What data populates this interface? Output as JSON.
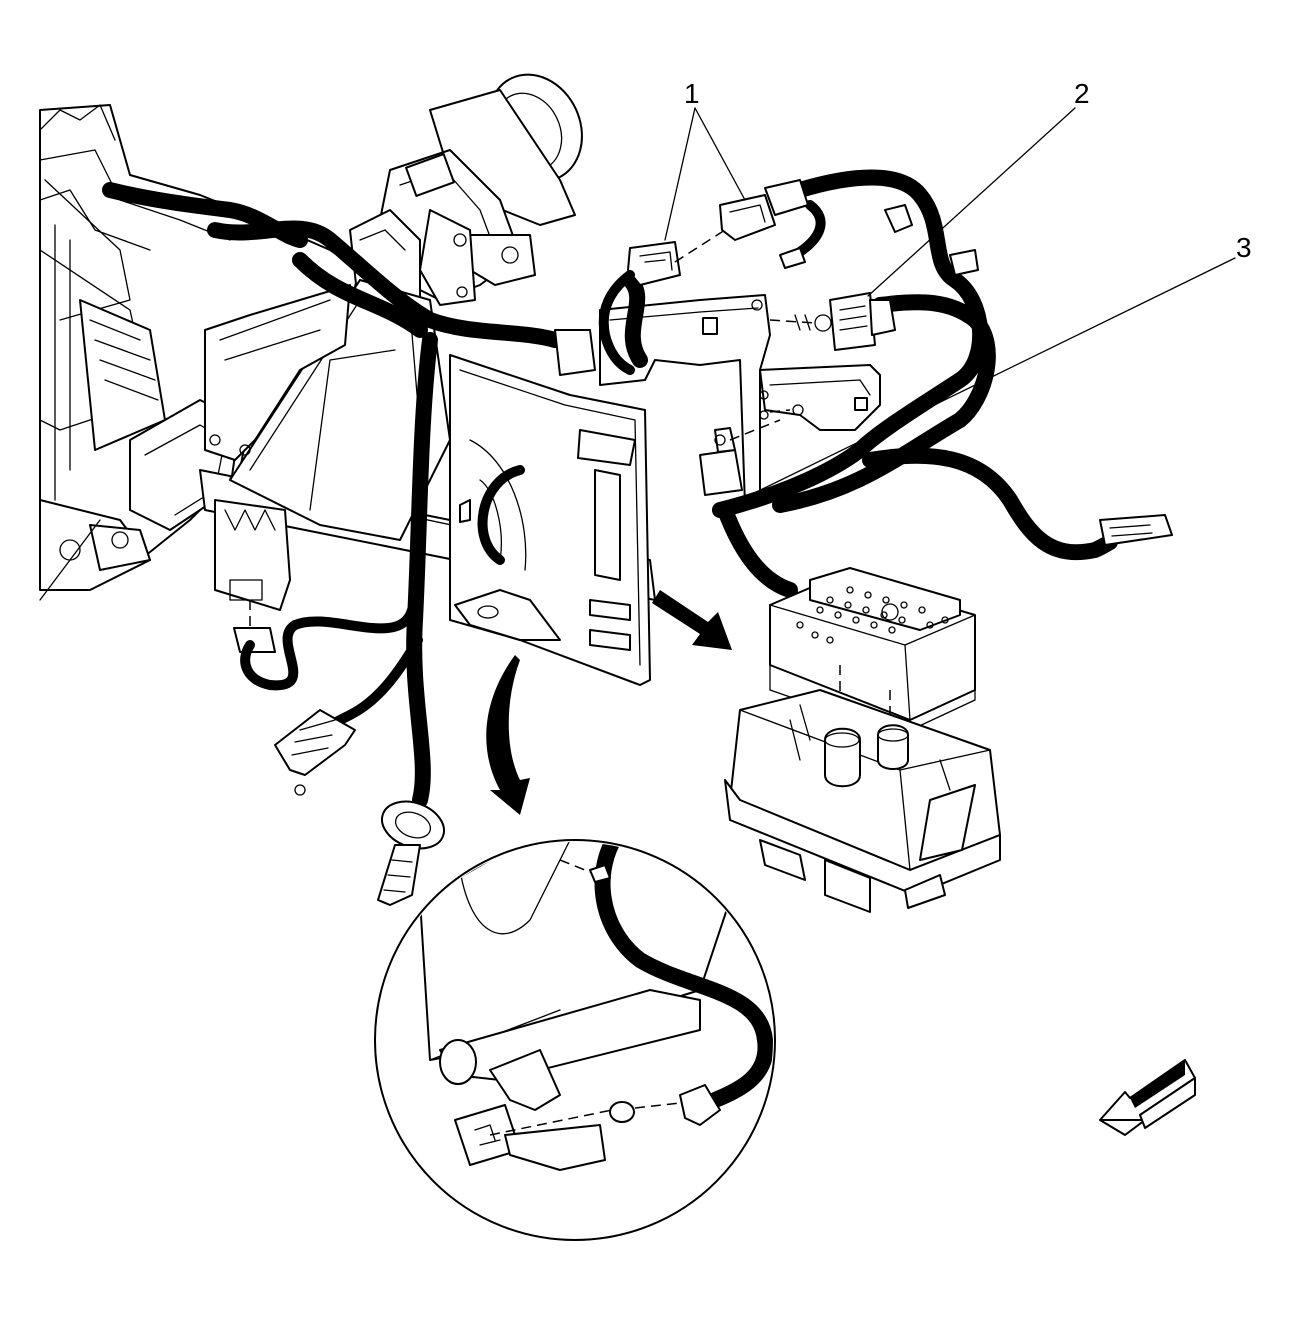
{
  "callouts": [
    {
      "id": "1",
      "label": "1"
    },
    {
      "id": "2",
      "label": "2"
    },
    {
      "id": "3",
      "label": "3"
    }
  ],
  "icons": {
    "forward_arrow": "front-direction-arrow-icon",
    "detail_arrow": "detail-view-arrow-icon",
    "pointer_arrow": "location-pointer-arrow-icon"
  },
  "colors": {
    "line": "#000000",
    "background": "#ffffff"
  }
}
